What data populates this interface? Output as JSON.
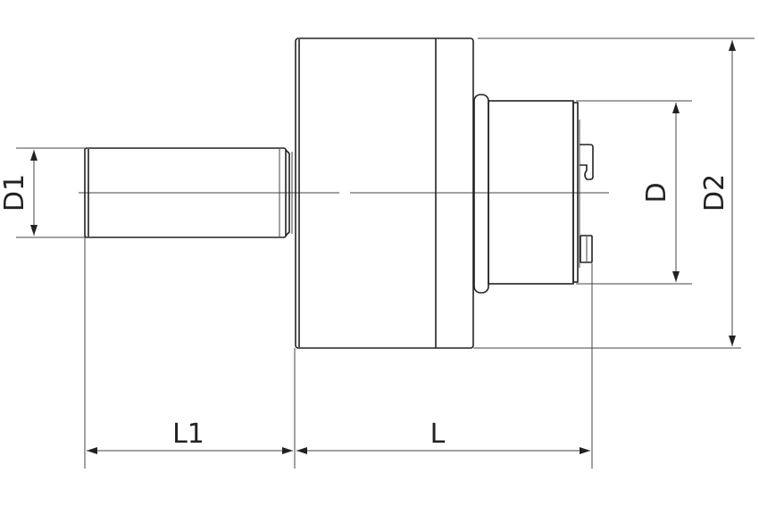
{
  "drawing": {
    "dimensions": {
      "shank_diameter": "D1",
      "spigot_diameter": "D",
      "body_diameter": "D2",
      "shank_length": "L1",
      "overall_length": "L"
    }
  }
}
